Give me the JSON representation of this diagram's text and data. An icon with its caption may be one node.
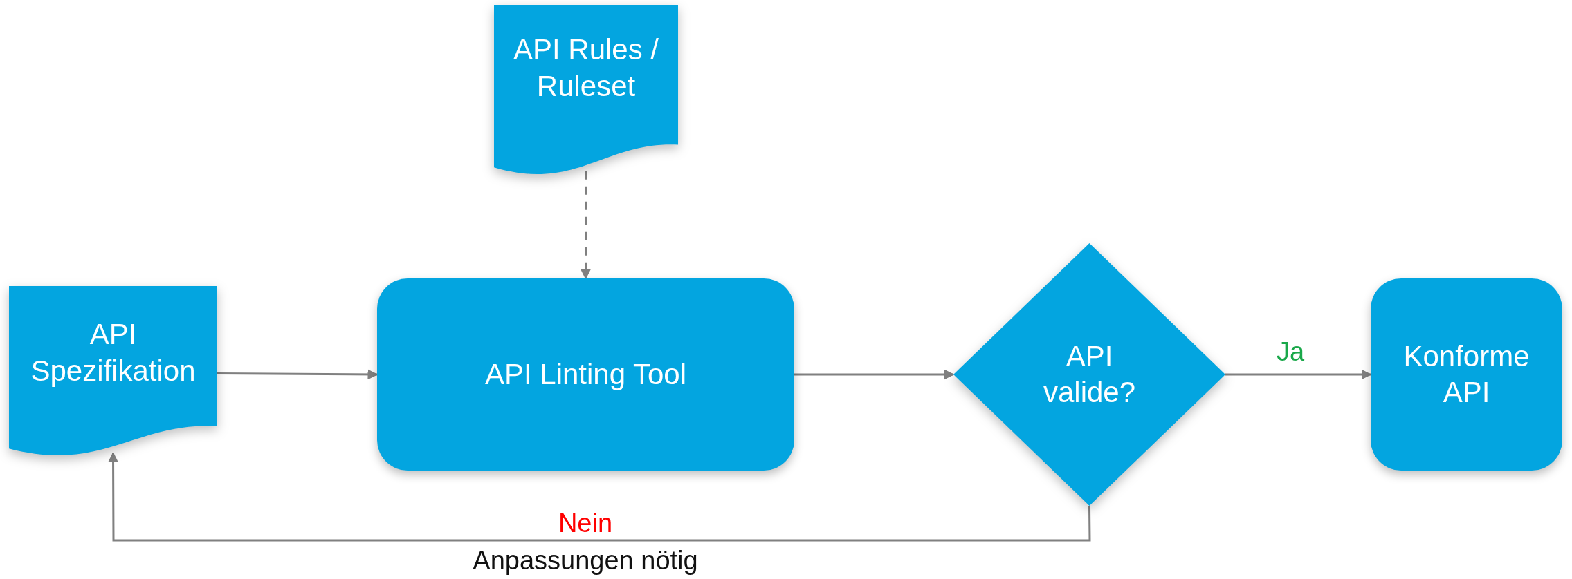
{
  "diagram": {
    "nodes": [
      {
        "text": [
          "API Rules / Ruleset"
        ]
      },
      {
        "text": [
          "API Spezifikation"
        ]
      },
      {
        "text": [
          "API Linting Tool"
        ]
      },
      {
        "text": [
          "API valide?"
        ]
      },
      {
        "text": [
          "Konforme API"
        ]
      }
    ],
    "edges": [
      {
        "from": 0,
        "to": 2,
        "arrow": "to",
        "style": "dashed"
      },
      {
        "from": 1,
        "to": 2,
        "arrow": "to"
      },
      {
        "from": 2,
        "to": 3,
        "arrow": "to"
      },
      {
        "from": 3,
        "to": 4,
        "arrow": "to",
        "label": "Ja"
      },
      {
        "from": 3,
        "to": 1,
        "arrow": "to",
        "label": "Nein"
      }
    ],
    "labels": [
      "Anpassungen nötig"
    ]
  }
}
